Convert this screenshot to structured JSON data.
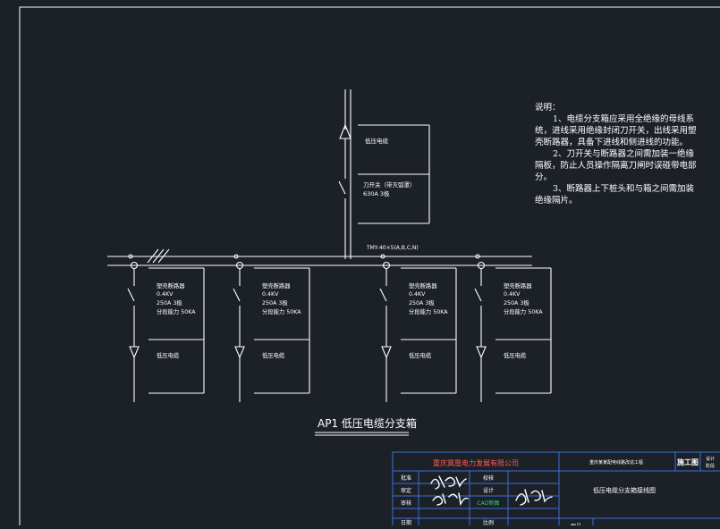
{
  "diagram": {
    "title": "AP1  低压电缆分支箱",
    "busbar_label": "TMY-40×5(A,B,C,N)",
    "incoming": {
      "cable_label": "低压电缆",
      "switch_label": "刀开关（带灭弧罩）",
      "switch_spec": "630A 3极"
    },
    "feeders": [
      {
        "breaker_label": "塑壳断路器",
        "voltage": "0.4KV",
        "rating": "250A 3极",
        "capacity": "分段能力 50KA",
        "cable_label": "低压电缆"
      },
      {
        "breaker_label": "塑壳断路器",
        "voltage": "0.4KV",
        "rating": "250A 3极",
        "capacity": "分段能力 50KA",
        "cable_label": "低压电缆"
      },
      {
        "breaker_label": "塑壳断路器",
        "voltage": "0.4KV",
        "rating": "250A 3极",
        "capacity": "分段能力 50KA",
        "cable_label": "低压电缆"
      },
      {
        "breaker_label": "塑壳断路器",
        "voltage": "0.4KV",
        "rating": "250A 3极",
        "capacity": "分段能力 50KA",
        "cable_label": "低压电缆"
      }
    ]
  },
  "notes": {
    "heading": "说明：",
    "items": [
      "1、电缆分支箱应采用全绝缘的母线系统，进线采用绝缘封闭刀开关，出线采用塑壳断路器，具备下进线和侧进线的功能。",
      "2、刀开关与断路器之间需加装一绝缘隔板，防止人员操作隔离刀闸时误碰带电部分。",
      "3、断路器上下桩头和与箱之间需加装绝缘隔片。"
    ]
  },
  "title_block": {
    "company": "重庆冀凰电力发展有限公司",
    "project": "重庆某某配电线路改造工程",
    "stage": "施工图",
    "stage_side": [
      "设计",
      "阶段"
    ],
    "left_labels": [
      "批准",
      "审定",
      "审核",
      "日期"
    ],
    "mid_labels": [
      "校核",
      "设计",
      "CAD制图",
      "比例"
    ],
    "drawing_title": "低压电缆分支箱接线图",
    "drawing_no_label": "图号"
  },
  "colors": {
    "background": "#1c2128",
    "line": "#ffffff",
    "title_block": "#3b6fd8",
    "company_text": "#ff5a5a",
    "cad_text": "#39d07a",
    "signature": "#ffffff"
  }
}
